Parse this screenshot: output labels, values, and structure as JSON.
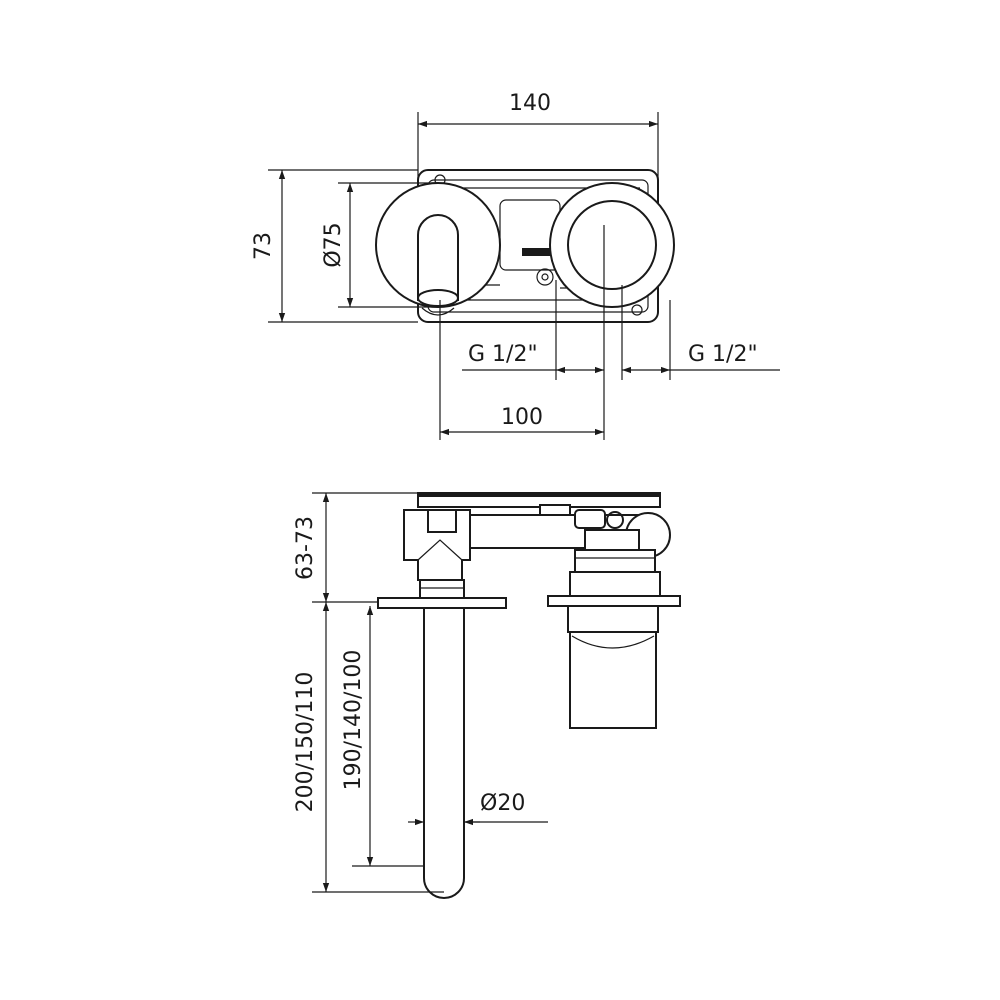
{
  "top_view": {
    "dim_width": "140",
    "dim_height": "73",
    "dim_rosette_diameter": "Ø75",
    "dim_thread_left": "G 1/2\"",
    "dim_thread_right": "G 1/2\"",
    "dim_spacing": "100"
  },
  "side_view": {
    "dim_depth": "63-73",
    "dim_spout_total": "200/150/110",
    "dim_spout_length": "190/140/100",
    "dim_spout_diameter": "Ø20"
  }
}
